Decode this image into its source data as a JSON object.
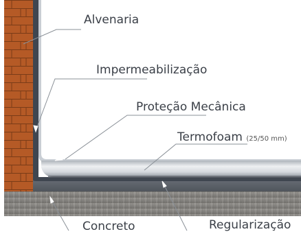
{
  "labels": {
    "alvenaria": "Alvenaria",
    "impermeabilizacao": "Impermeabilização",
    "protecao_mecanica": "Proteção Mecânica",
    "termofoam": "Termofoam",
    "termofoam_thickness": "(25/50 mm)",
    "concreto": "Concreto",
    "regularizacao": "Regularização"
  },
  "colors": {
    "brick": "#b55a26",
    "mortar": "#7a3c18",
    "membrane": "#3f4650",
    "insulation_light": "#dfe3e8",
    "insulation_dark": "#9aa1aa",
    "screed": "#585e66",
    "concrete": "#8c8a86",
    "leader_line": "#8a9097",
    "text": "#3a3f47"
  }
}
